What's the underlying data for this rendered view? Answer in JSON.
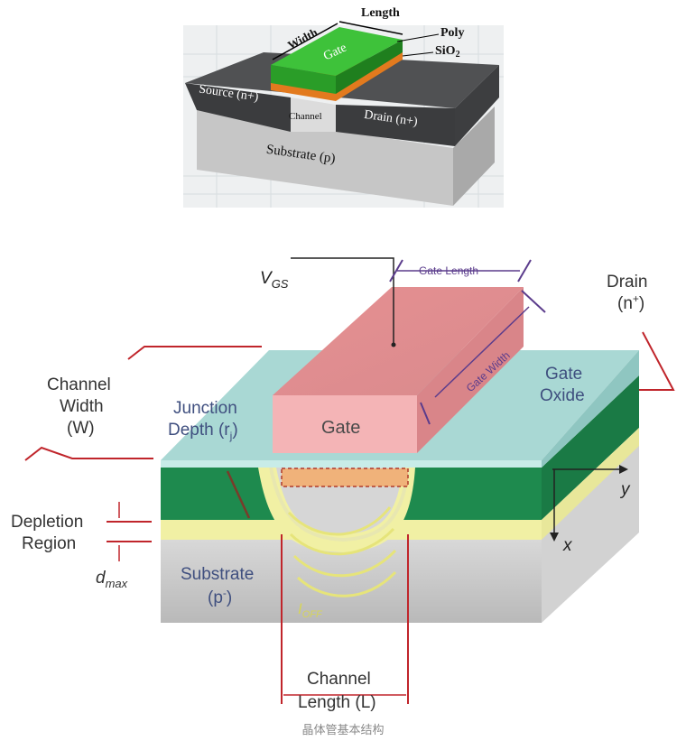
{
  "top_diagram": {
    "length": "Length",
    "width": "Width",
    "gate": "Gate",
    "poly": "Poly",
    "sio2_main": "SiO",
    "sio2_sub": "2",
    "source": "Source (n+)",
    "channel": "Channel",
    "drain": "Drain (n+)",
    "substrate": "Substrate (p)"
  },
  "bottom_diagram": {
    "vgs_main": "V",
    "vgs_sub": "GS",
    "gate_length": "Gate Length",
    "gate_width": "Gate Width",
    "drain_line1": "Drain",
    "drain_line2_main": "(n",
    "drain_line2_sup": "+",
    "drain_line2_end": ")",
    "channel_width_line1": "Channel",
    "channel_width_line2": "Width",
    "channel_width_line3": "(W)",
    "junction_line1": "Junction",
    "junction_line2_main": "Depth (r",
    "junction_line2_sub": "j",
    "junction_line2_end": ")",
    "gate": "Gate",
    "gate_oxide_line1": "Gate",
    "gate_oxide_line2": "Oxide",
    "y_axis": "y",
    "x_axis": "x",
    "depletion_line1": "Depletion",
    "depletion_line2": "Region",
    "dmax_main": "d",
    "dmax_sub": "max",
    "substrate_line1": "Substrate",
    "substrate_line2_main": "(p",
    "substrate_line2_sup": "-",
    "substrate_line2_end": ")",
    "ioff_main": "I",
    "ioff_sub": "OFF",
    "channel_length_line1": "Channel",
    "channel_length_line2": "Length (L)"
  },
  "caption": "晶体管基本结构",
  "colors": {
    "poly_gate": "#2fae2a",
    "oxide_orange": "#e27a1e",
    "source_drain_dark": "#4b4c4e",
    "substrate_gray": "#c9c9c9",
    "gate_pink": "#f2a6a8",
    "gate_oxide_teal": "#a9d8d4",
    "diffusion_green": "#1e8a4e",
    "depletion_yellow": "#f1f0a4",
    "dimension_purple": "#5b3c8c",
    "marker_red": "#c0252b"
  }
}
